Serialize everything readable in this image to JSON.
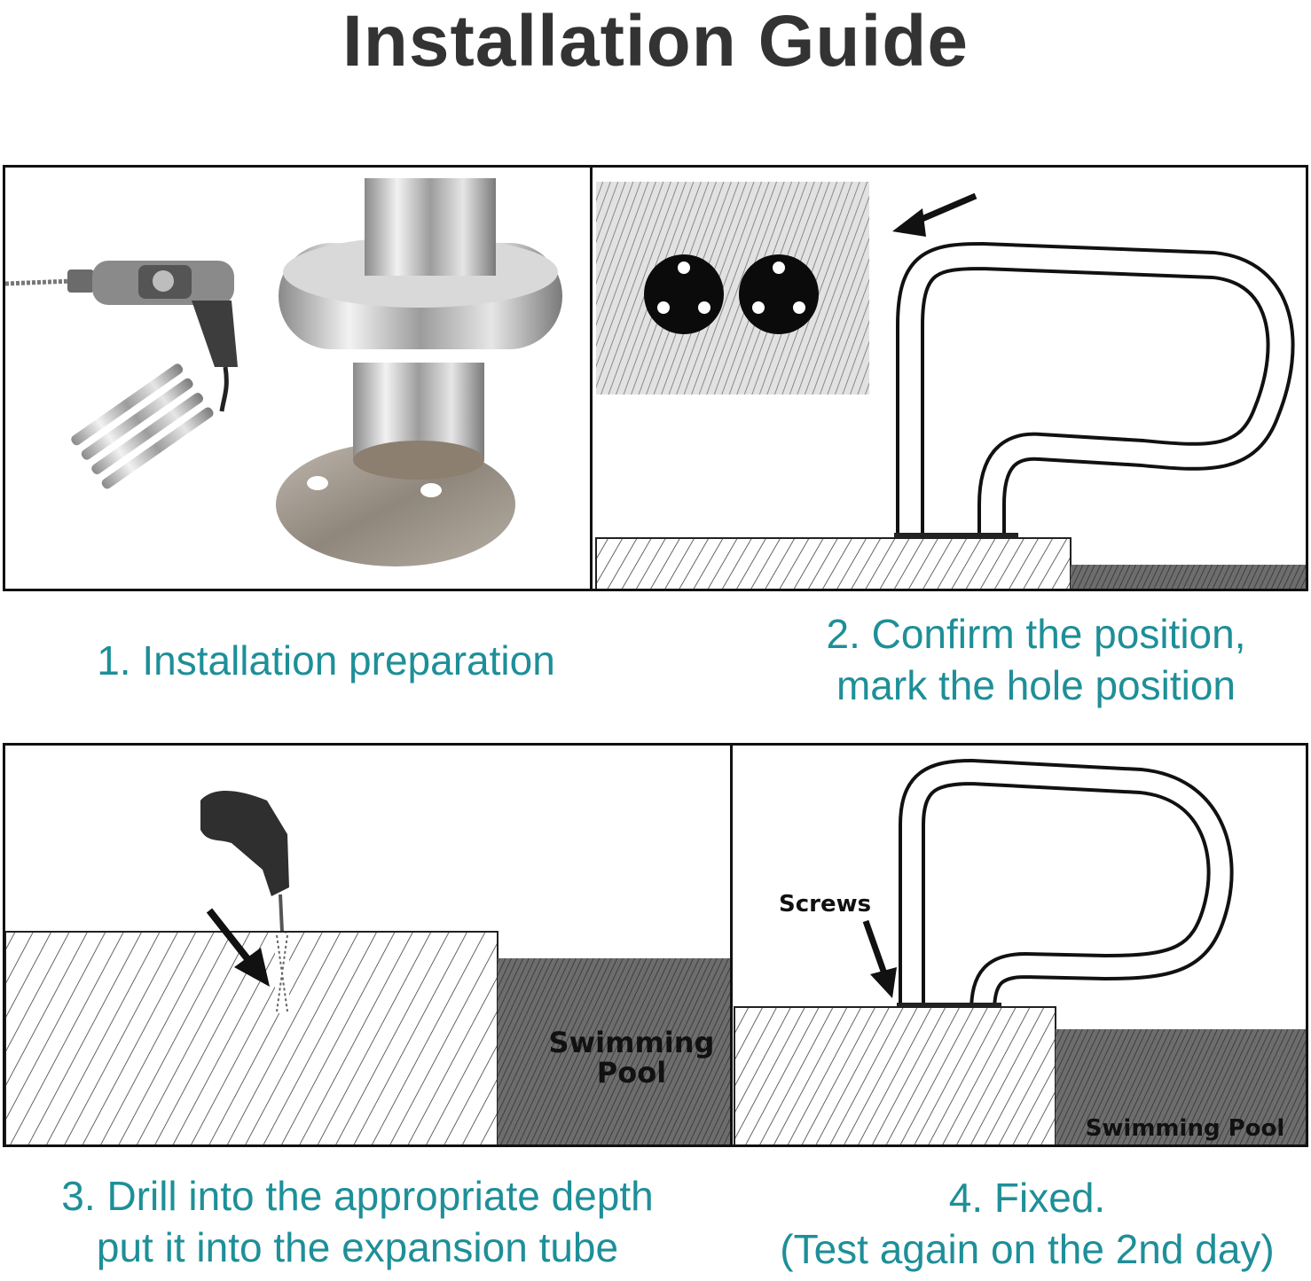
{
  "page": {
    "title": "Installation Guide"
  },
  "steps": [
    {
      "caption_lines": [
        "1. Installation preparation"
      ]
    },
    {
      "caption_lines": [
        "2. Confirm the position,",
        "mark the hole position"
      ]
    },
    {
      "caption_lines": [
        "3. Drill into the appropriate depth",
        "put it into the expansion tube"
      ]
    },
    {
      "caption_lines": [
        "4. Fixed.",
        "(Test again on the 2nd day)"
      ]
    }
  ],
  "illustration_labels": {
    "pool_step3": [
      "Swimming",
      "Pool"
    ],
    "screws": "Screws",
    "pool_step4": "Swimming Pool"
  },
  "colors": {
    "title": "#333333",
    "caption": "#1e8f98",
    "frame": "#111111"
  }
}
